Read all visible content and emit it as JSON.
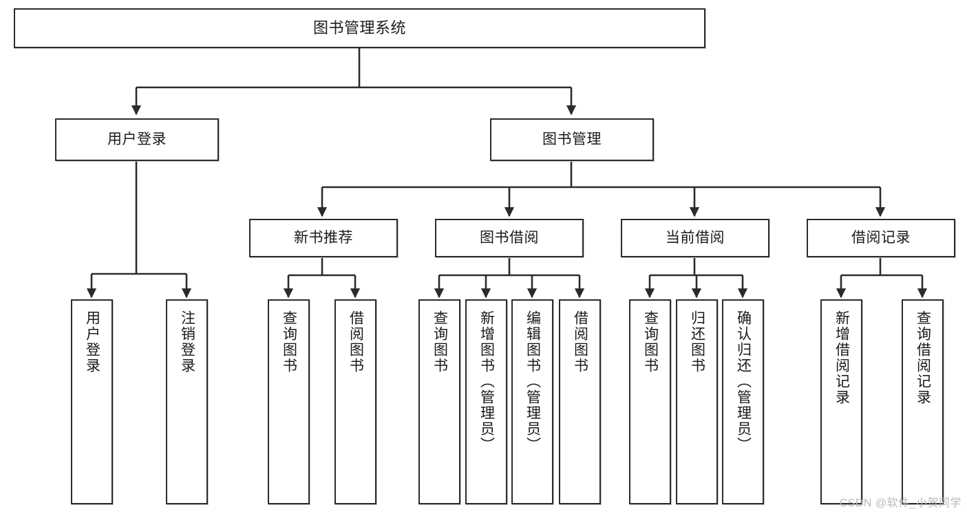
{
  "diagram": {
    "title": "图书管理系统",
    "type": "tree",
    "stroke_color": "#2b2b2b",
    "fill_color": "#ffffff",
    "text_color": "#1a1a1a"
  },
  "root": {
    "label": "图书管理系统"
  },
  "level2": [
    {
      "label": "用户登录"
    },
    {
      "label": "图书管理"
    }
  ],
  "level3": [
    {
      "label": "新书推荐"
    },
    {
      "label": "图书借阅"
    },
    {
      "label": "当前借阅"
    },
    {
      "label": "借阅记录"
    }
  ],
  "leaves": {
    "user_login": [
      {
        "label": "用户登录"
      },
      {
        "label": "注销登录"
      }
    ],
    "new_book": [
      {
        "label": "查询图书"
      },
      {
        "label": "借阅图书"
      }
    ],
    "book_borrow": [
      {
        "label": "查询图书"
      },
      {
        "label": "新增图书（管理员）"
      },
      {
        "label": "编辑图书（管理员）"
      },
      {
        "label": "借阅图书"
      }
    ],
    "current_borrow": [
      {
        "label": "查询图书"
      },
      {
        "label": "归还图书"
      },
      {
        "label": "确认归还（管理员）"
      }
    ],
    "borrow_record": [
      {
        "label": "新增借阅记录"
      },
      {
        "label": "查询借阅记录"
      }
    ]
  },
  "watermark": {
    "text": "CSDN @软件_小贺同学"
  }
}
